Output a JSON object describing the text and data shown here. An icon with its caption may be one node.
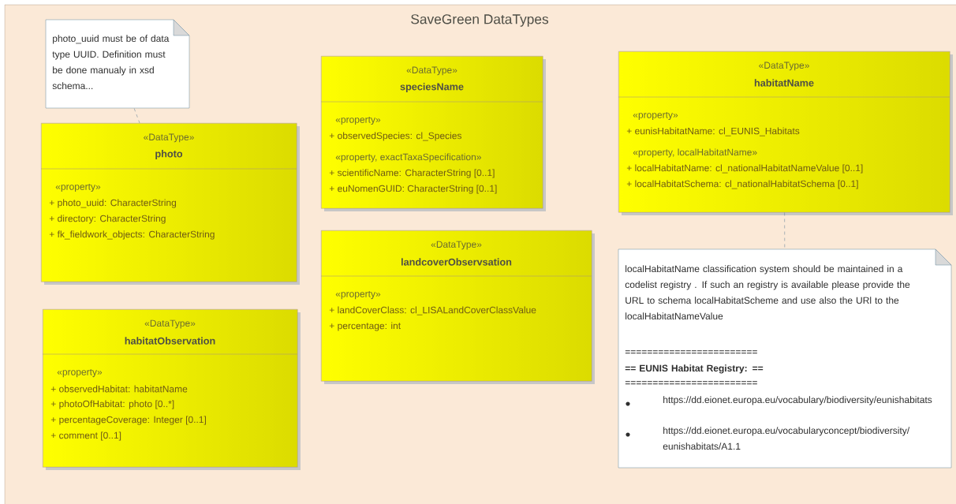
{
  "diagram": {
    "title": "SaveGreen DataTypes",
    "nodes": [
      {
        "text": [
          "photo_uuid must be of data type UUID. Definition must be done manualy in xsd schema..."
        ]
      },
      {
        "text": [
          "«DataType»",
          "photo",
          "«property»",
          "+ photo_uuid: CharacterString",
          "+ directory: CharacterString",
          "+ fk_fieldwork_objects: CharacterString"
        ]
      },
      {
        "text": [
          "«DataType»",
          "speciesName",
          "«property»",
          "+ observedSpecies: cl_Species",
          "«property, exactTaxaSpecification»",
          "+ scientificName: CharacterString [0..1]",
          "+ euNomenGUID: CharacterString [0..1]"
        ]
      },
      {
        "text": [
          "«DataType»",
          "landcoverObservsation",
          "«property»",
          "+ landCoverClass: cl_LISALandCoverClassValue",
          "+ percentage: int"
        ]
      },
      {
        "text": [
          "«DataType»",
          "habitatObservation",
          "«property»",
          "+ observedHabitat: habitatName",
          "+ photoOfHabitat: photo [0..*]",
          "+ percentageCoverage: Integer [0..1]",
          "+ comment [0..1]"
        ]
      },
      {
        "text": [
          "«DataType»",
          "habitatName",
          "«property»",
          "+ eunisHabitatName: cl_EUNIS_Habitats",
          "«property, localHabitatName»",
          "+ localHabitatName: cl_nationalHabitatNameValue [0..1]",
          "+ localHabitatSchema: cl_nationalHabitatSchema [0..1]"
        ]
      },
      {
        "text": [
          "localHabitatName classification system should be maintained in a codelist registry . If such an registry is available please provide the URL to schema localHabitatScheme and use also the URl to the localHabitatNameValue",
          "========================",
          "== EUNIS Habitat Registry: ==",
          "========================",
          "https://dd.eionet.europa.eu/vocabulary/biodiversity/eunishabitats",
          "https://dd.eionet.europa.eu/vocabularyconcept/biodiversity/eunishabitats/A1.1"
        ]
      }
    ],
    "edges": [
      {
        "from": 0,
        "to": 1,
        "arrow": "none",
        "style": "dashed"
      },
      {
        "from": 5,
        "to": 6,
        "arrow": "none",
        "style": "dashed"
      }
    ]
  }
}
